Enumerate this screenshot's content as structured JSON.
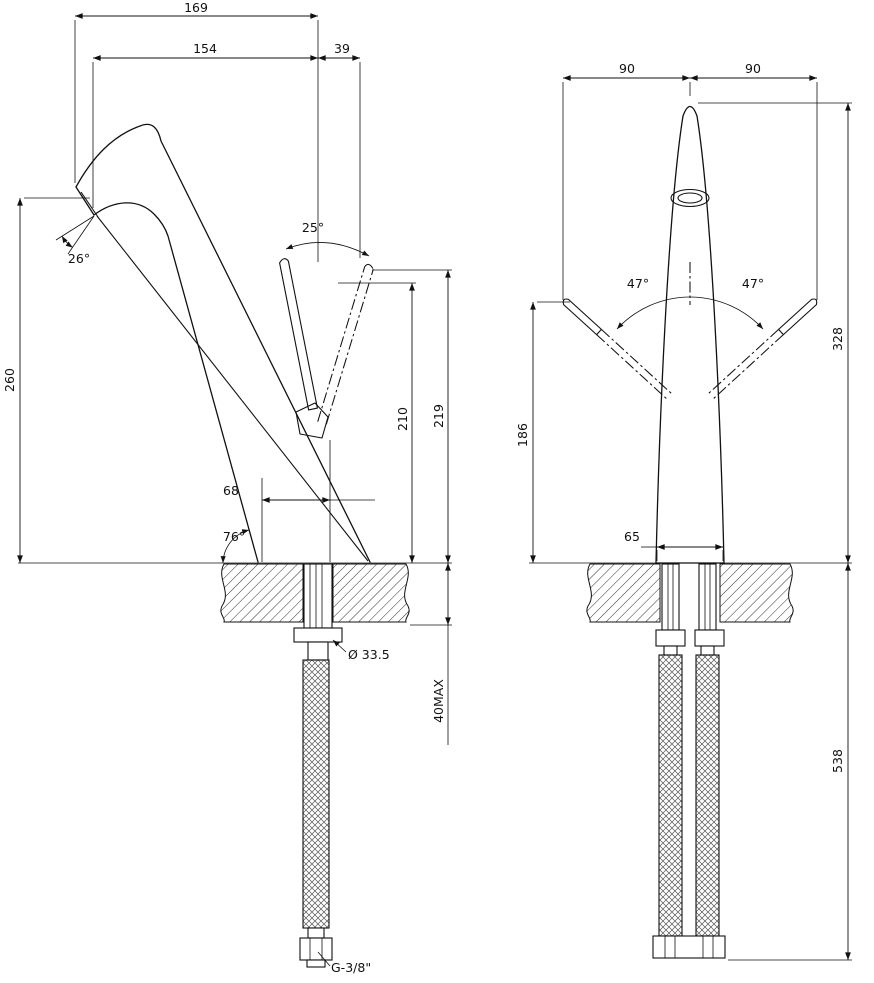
{
  "drawing": {
    "side_view": {
      "dim_169": "169",
      "dim_154": "154",
      "dim_39": "39",
      "angle_25": "25°",
      "angle_26": "26°",
      "dim_260": "260",
      "dim_219": "219",
      "dim_210": "210",
      "dim_68": "68",
      "angle_76": "76°",
      "dia_33_5": "Ø 33.5",
      "max_40": "40MAX",
      "thread": "G-3/8\""
    },
    "front_view": {
      "dim_90_left": "90",
      "dim_90_right": "90",
      "angle_47_left": "47°",
      "angle_47_right": "47°",
      "dim_186": "186",
      "dim_328": "328",
      "dim_65": "65",
      "dim_538": "538"
    }
  }
}
